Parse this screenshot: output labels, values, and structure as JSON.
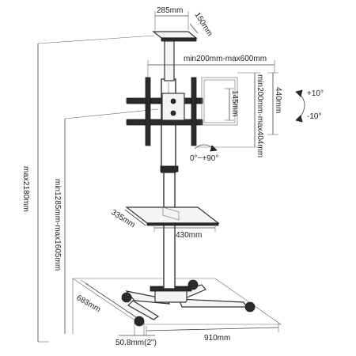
{
  "dimensions": {
    "camera_shelf_width": "285mm",
    "camera_shelf_depth": "150mm",
    "vesa_horizontal": "min200mm-max600mm",
    "vesa_vertical": "min200mm-max404mm",
    "bracket_inner": "145mm",
    "bracket_height": "440mm",
    "tilt_up": "+10°",
    "tilt_down": "-10°",
    "rotation": "0°~+90°",
    "max_height": "max2180mm",
    "height_range": "min1285mm-max1605mm",
    "shelf_depth": "335mm",
    "shelf_width": "430mm",
    "base_depth": "683mm",
    "base_width": "910mm",
    "caster": "50.8mm(2\")"
  }
}
